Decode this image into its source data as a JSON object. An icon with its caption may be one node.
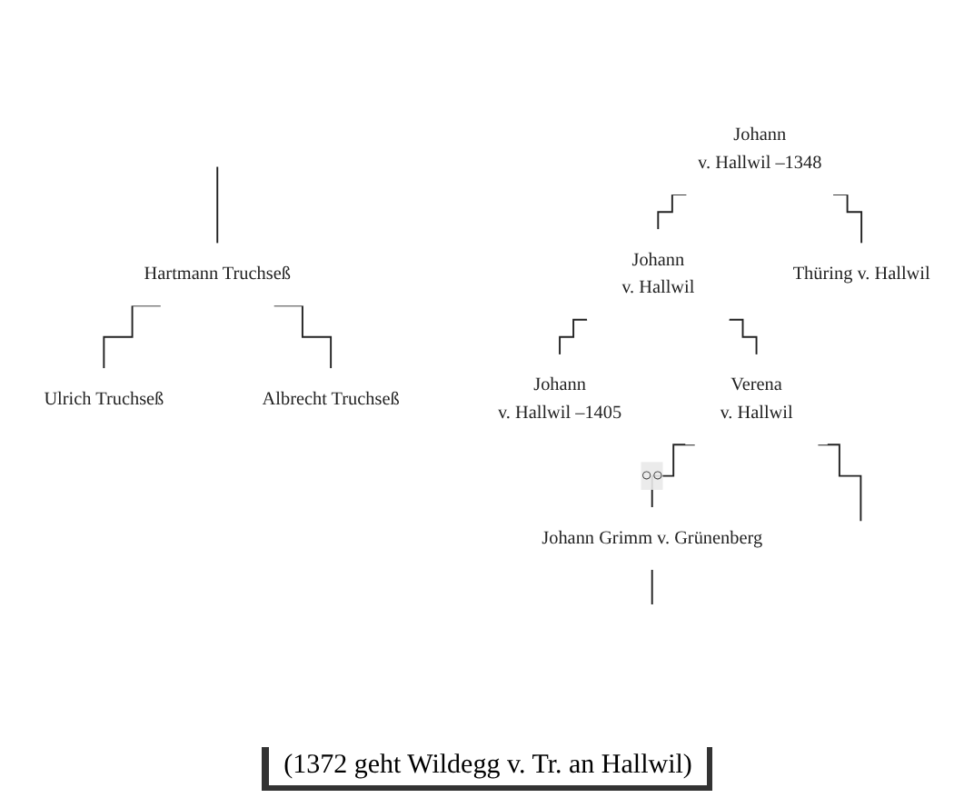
{
  "diagram": {
    "nodes": [
      {
        "text": [
          "Johann",
          "v. Hallwil –1348"
        ]
      },
      {
        "text": [
          "Hartmann Truchseß"
        ]
      },
      {
        "text": [
          "Johann",
          "v. Hallwil"
        ]
      },
      {
        "text": [
          "Thüring v. Hallwil"
        ]
      },
      {
        "text": [
          "Ulrich Truchseß"
        ]
      },
      {
        "text": [
          "Albrecht Truchseß"
        ]
      },
      {
        "text": [
          "Johann",
          "v. Hallwil –1405"
        ]
      },
      {
        "text": [
          "Verena",
          "v. Hallwil"
        ]
      },
      {
        "text": [
          "Johann Grimm v. Grünenberg"
        ]
      }
    ],
    "edges": [
      {
        "from": null,
        "to": 1,
        "arrow": "none"
      },
      {
        "from": 0,
        "to": 2,
        "arrow": "none"
      },
      {
        "from": 0,
        "to": 3,
        "arrow": "none"
      },
      {
        "from": 1,
        "to": 4,
        "arrow": "none"
      },
      {
        "from": 1,
        "to": 5,
        "arrow": "none"
      },
      {
        "from": 2,
        "to": 6,
        "arrow": "none"
      },
      {
        "from": 2,
        "to": 7,
        "arrow": "none"
      },
      {
        "from": 7,
        "to": 8,
        "arrow": "none",
        "label": "○○"
      },
      {
        "from": 7,
        "to": null,
        "arrow": "none"
      },
      {
        "from": 8,
        "to": null,
        "arrow": "none"
      }
    ],
    "labels": [
      "(1372 geht Wildegg v. Tr. an Hallwil)"
    ]
  }
}
